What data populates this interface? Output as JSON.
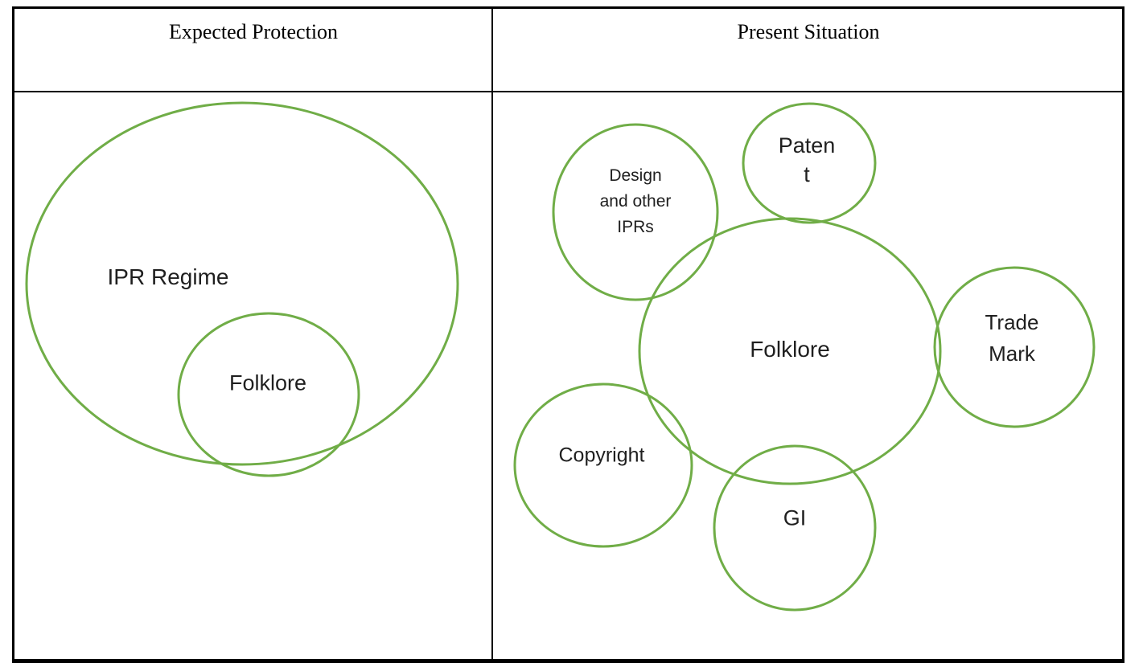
{
  "figure": {
    "columns": [
      {
        "header": "Expected Protection"
      },
      {
        "header": "Present Situation"
      }
    ]
  },
  "expected_panel": {
    "outer_label": "IPR Regime",
    "inner_label": "Folklore"
  },
  "present_panel": {
    "center_label": "Folklore",
    "satellites": {
      "design": {
        "lines": [
          "Design",
          "and other",
          "IPRs"
        ]
      },
      "patent": {
        "lines": [
          "Paten",
          "t"
        ]
      },
      "trademark": {
        "lines": [
          "Trade",
          "Mark"
        ]
      },
      "copyright": {
        "label": "Copyright"
      },
      "gi": {
        "label": "GI"
      }
    }
  },
  "colors": {
    "circle_stroke": "#70ad47",
    "border": "#000000",
    "text": "#1f1f1f"
  }
}
